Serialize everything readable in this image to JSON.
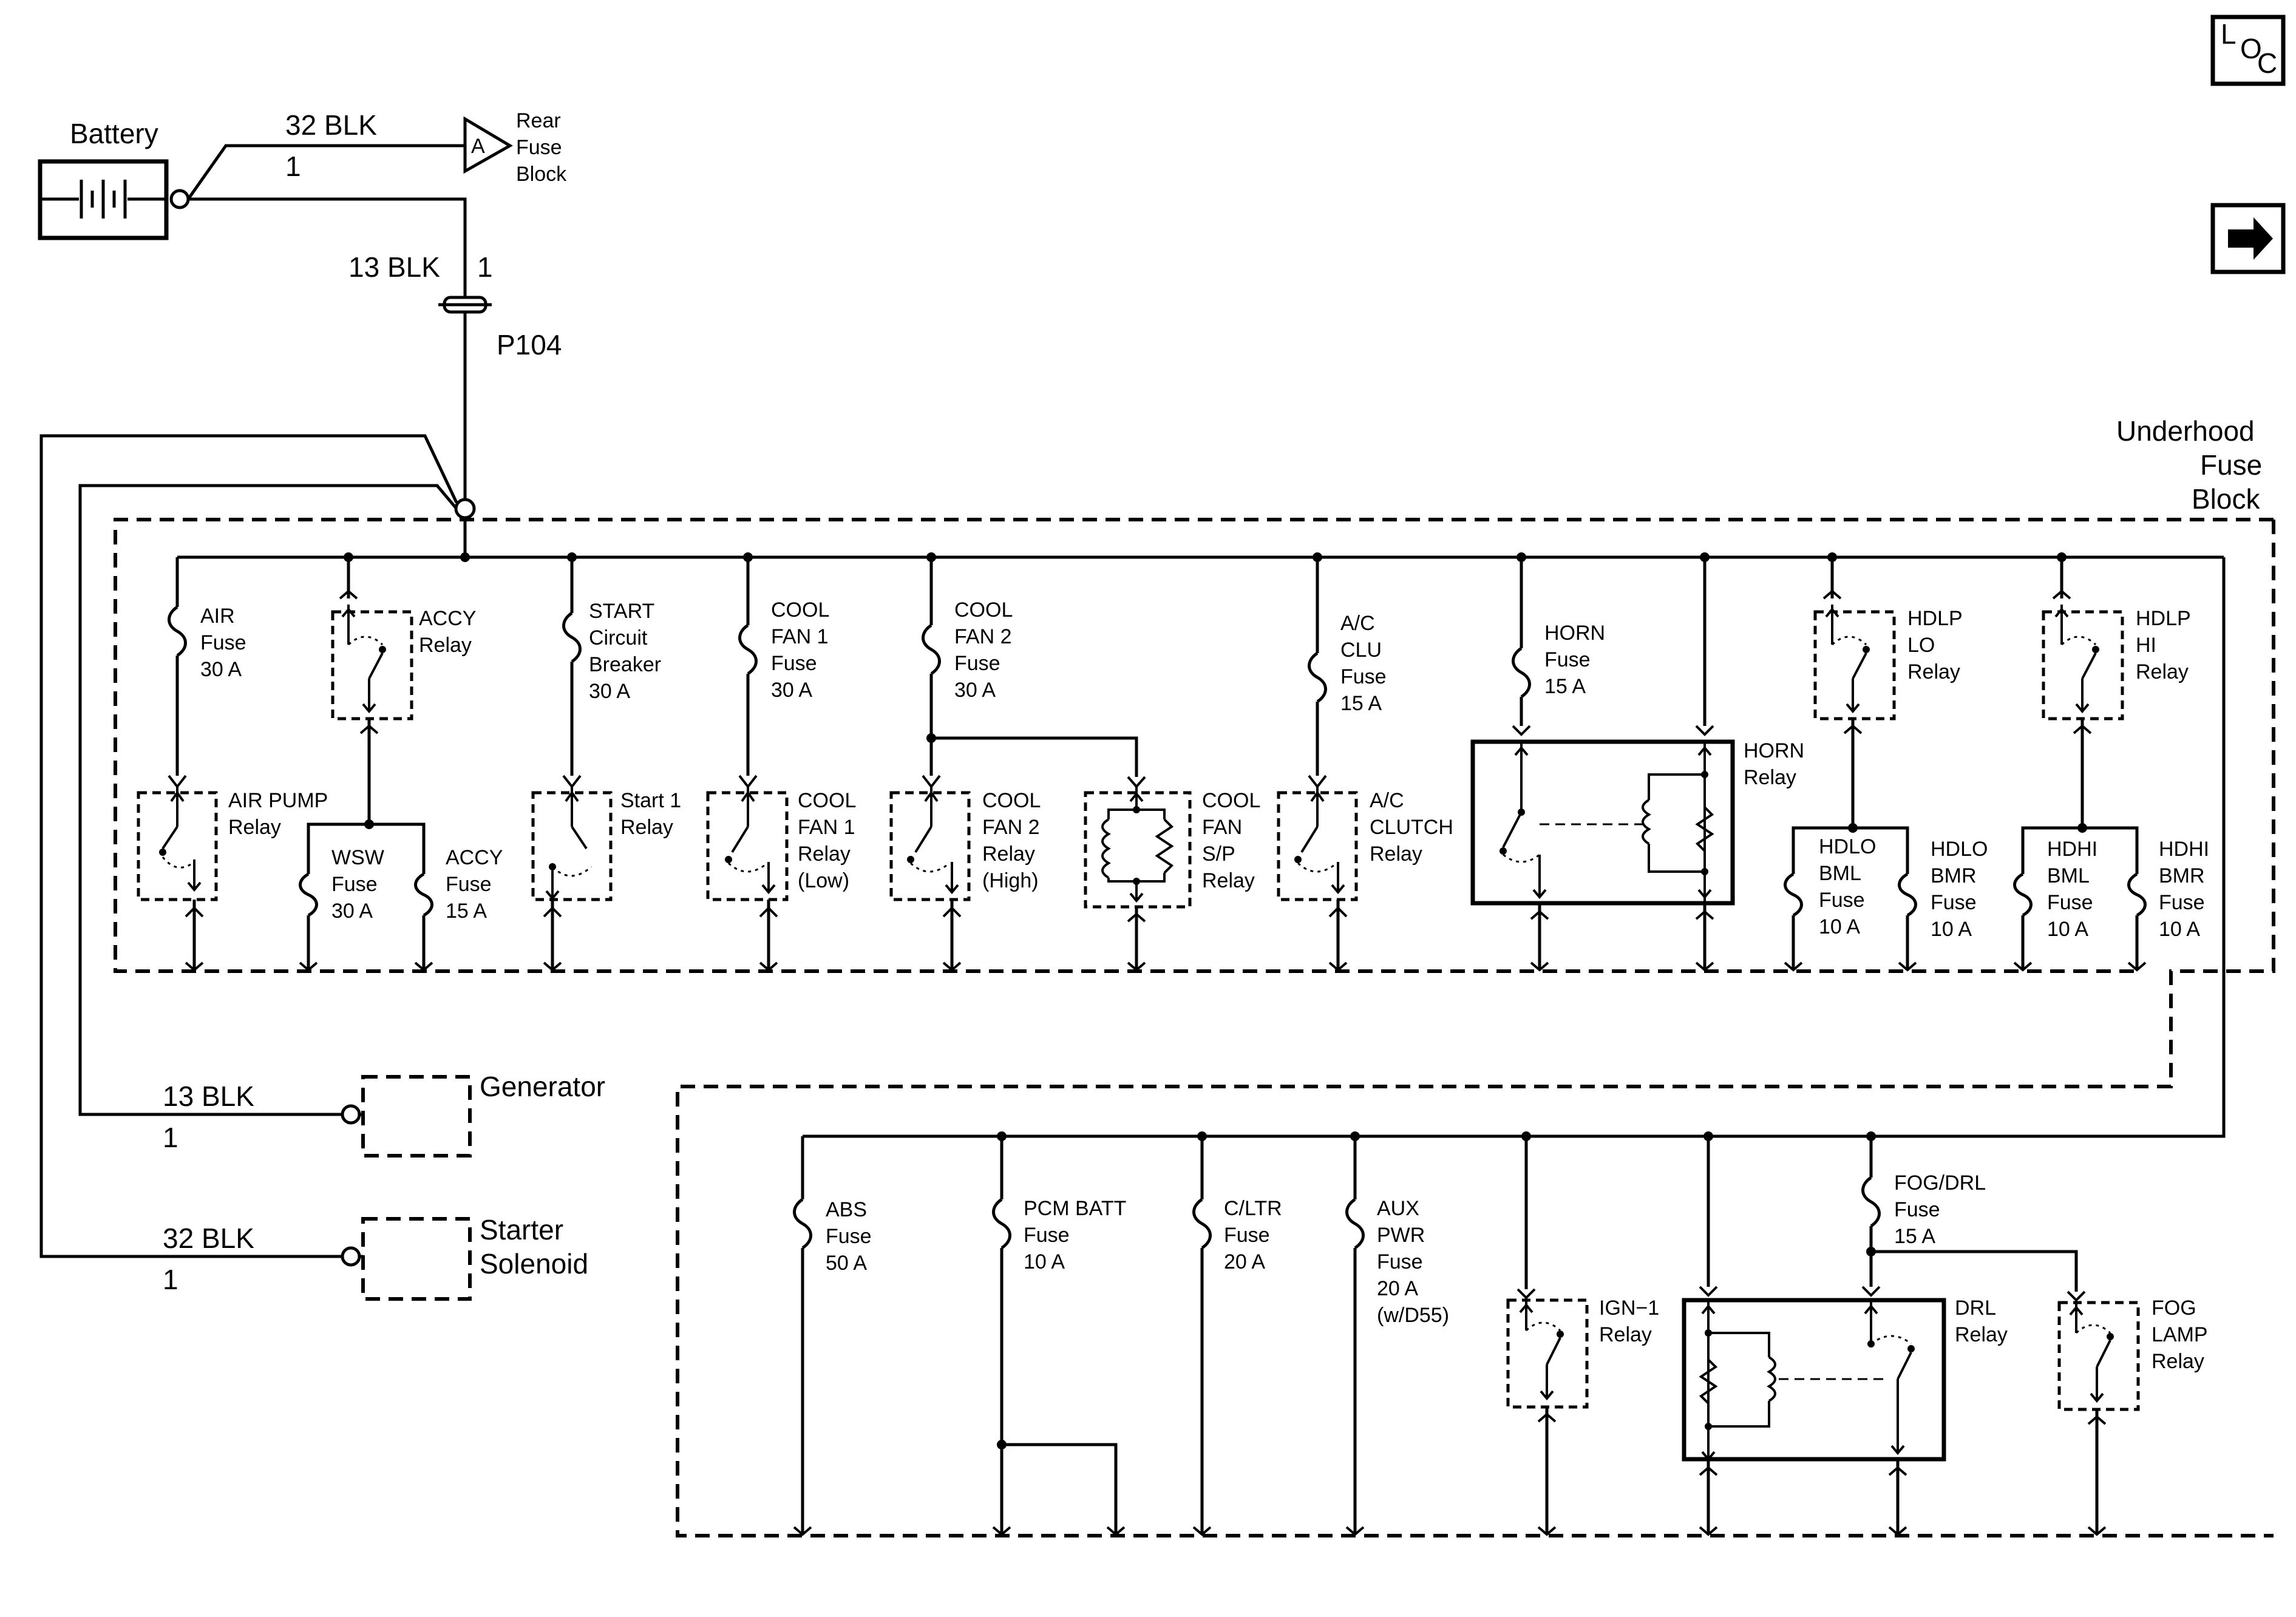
{
  "battery": {
    "label": "Battery"
  },
  "battery_wire": {
    "gauge": "32 BLK",
    "circuit": "1"
  },
  "rear_fuse_block": {
    "connector": "A",
    "line1": "Rear",
    "line2": "Fuse",
    "line3": "Block"
  },
  "feed_wire": {
    "gauge": "13 BLK",
    "circuit": "1"
  },
  "splice": {
    "label": "P104"
  },
  "underhood_block": {
    "line1": "Underhood",
    "line2": "Fuse",
    "line3": "Block"
  },
  "generator": {
    "gauge": "13 BLK",
    "circuit": "1",
    "label": "Generator"
  },
  "starter": {
    "gauge": "32 BLK",
    "circuit": "1",
    "line1": "Starter",
    "line2": "Solenoid"
  },
  "nav": {
    "loc_l": "L",
    "loc_o": "O",
    "loc_c": "C",
    "next_label": "Next"
  },
  "fuses": {
    "air": [
      "AIR",
      "Fuse",
      "30 A"
    ],
    "start": [
      "START",
      "Circuit",
      "Breaker",
      "30 A"
    ],
    "cool_fan1": [
      "COOL",
      "FAN 1",
      "Fuse",
      "30 A"
    ],
    "cool_fan2": [
      "COOL",
      "FAN 2",
      "Fuse",
      "30 A"
    ],
    "ac_clu": [
      "A/C",
      "CLU",
      "Fuse",
      "15 A"
    ],
    "horn": [
      "HORN",
      "Fuse",
      "15 A"
    ],
    "wsw": [
      "WSW",
      "Fuse",
      "30 A"
    ],
    "accy": [
      "ACCY",
      "Fuse",
      "15 A"
    ],
    "hdlo_bml": [
      "HDLO",
      "BML",
      "Fuse",
      "10 A"
    ],
    "hdlo_bmr": [
      "HDLO",
      "BMR",
      "Fuse",
      "10 A"
    ],
    "hdhi_bml": [
      "HDHI",
      "BML",
      "Fuse",
      "10 A"
    ],
    "hdhi_bmr": [
      "HDHI",
      "BMR",
      "Fuse",
      "10 A"
    ],
    "abs": [
      "ABS",
      "Fuse",
      "50 A"
    ],
    "pcm_batt": [
      "PCM BATT",
      "Fuse",
      "10 A"
    ],
    "c_ltr": [
      "C/LTR",
      "Fuse",
      "20 A"
    ],
    "aux_pwr": [
      "AUX",
      "PWR",
      "Fuse",
      "20 A",
      "(w/D55)"
    ],
    "fog_drl": [
      "FOG/DRL",
      "Fuse",
      "15 A"
    ]
  },
  "relays": {
    "accy": [
      "ACCY",
      "Relay"
    ],
    "air_pump": [
      "AIR PUMP",
      "Relay"
    ],
    "start1": [
      "Start 1",
      "Relay"
    ],
    "cool_fan1": [
      "COOL",
      "FAN 1",
      "Relay",
      "(Low)"
    ],
    "cool_fan2": [
      "COOL",
      "FAN 2",
      "Relay",
      "(High)"
    ],
    "cool_fan_sp": [
      "COOL",
      "FAN",
      "S/P",
      "Relay"
    ],
    "ac_clutch": [
      "A/C",
      "CLUTCH",
      "Relay"
    ],
    "horn": [
      "HORN",
      "Relay"
    ],
    "hdlp_lo": [
      "HDLP",
      "LO",
      "Relay"
    ],
    "hdlp_hi": [
      "HDLP",
      "HI",
      "Relay"
    ],
    "ign1": [
      "IGN−1",
      "Relay"
    ],
    "drl": [
      "DRL",
      "Relay"
    ],
    "fog_lamp": [
      "FOG",
      "LAMP",
      "Relay"
    ]
  }
}
